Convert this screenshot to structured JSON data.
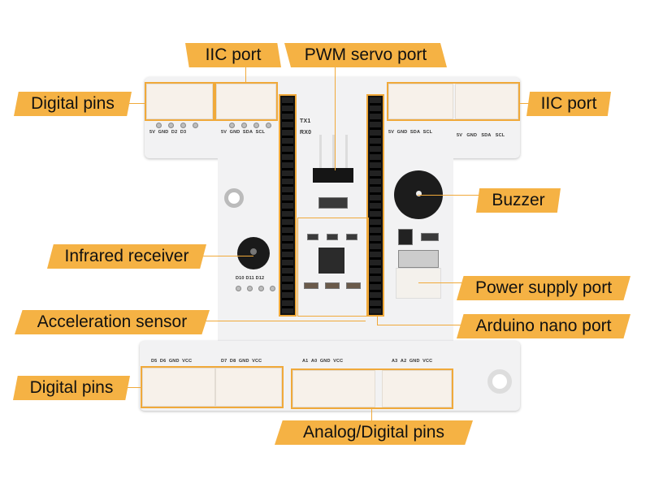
{
  "callouts": {
    "digital_pins_top": "Digital pins",
    "iic_port_left": "IIC port",
    "pwm_servo_port": "PWM servo port",
    "iic_port_right": "IIC port",
    "buzzer": "Buzzer",
    "infrared_receiver": "Infrared receiver",
    "power_supply_port": "Power supply port",
    "acceleration_sensor": "Acceleration sensor",
    "arduino_nano_port": "Arduino nano port",
    "digital_pins_bottom": "Digital pins",
    "analog_digital_pins": "Analog/Digital pins"
  },
  "silkscreen": {
    "top_left_digital": [
      "5V",
      "GND",
      "D2",
      "D3"
    ],
    "top_left_iic": [
      "5V",
      "GND",
      "SDA",
      "SCL"
    ],
    "top_right_iic_a": [
      "5V",
      "GND",
      "SDA",
      "SCL"
    ],
    "top_right_iic_b": [
      "5V",
      "GND",
      "SDA",
      "SCL"
    ],
    "bottom_digital_a": [
      "D5",
      "D6",
      "GND",
      "VCC"
    ],
    "bottom_digital_b": [
      "D7",
      "D8",
      "GND",
      "VCC"
    ],
    "bottom_analog_a": [
      "A1",
      "A0",
      "GND",
      "VCC"
    ],
    "bottom_analog_b": [
      "A3",
      "A2",
      "GND",
      "VCC"
    ],
    "servo_labels": [
      "TX1",
      "RX0"
    ],
    "ir_pins": [
      "D10",
      "D11",
      "D12"
    ]
  },
  "colors": {
    "callout_fill": "#f5b244",
    "leader_line": "#f0a93a",
    "board": "#f2f2f3"
  }
}
